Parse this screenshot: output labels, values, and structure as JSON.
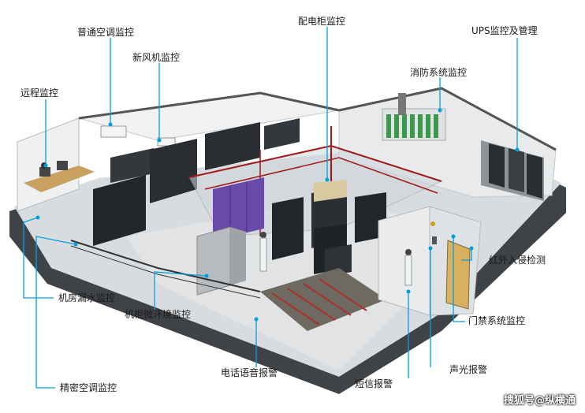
{
  "labels": {
    "hvac_common": "普通空调监控",
    "fresh_air": "新风机监控",
    "remote": "远程监控",
    "power_cabinet": "配电柜监控",
    "ups": "UPS监控及管理",
    "fire": "消防系统监控",
    "infrared": "红外入侵检测",
    "water_leak": "机房漏水监控",
    "cabinet_env": "机柜微环境监控",
    "access": "门禁系统监控",
    "phone_alarm": "电话语音报警",
    "sound_light": "声光报警",
    "sms_alarm": "短信报警",
    "precision_ac": "精密空调监控"
  },
  "watermark": "搜狐号@纵横通",
  "colors": {
    "leader_line": "#00a0e0",
    "floor": "#4a4a4a",
    "wall": "#e3e6e8",
    "rack": "#2a2e33",
    "purple_rack": "#6a4aa8",
    "pipe_red": "#b02020",
    "pipe_green": "#2f8f3f"
  }
}
